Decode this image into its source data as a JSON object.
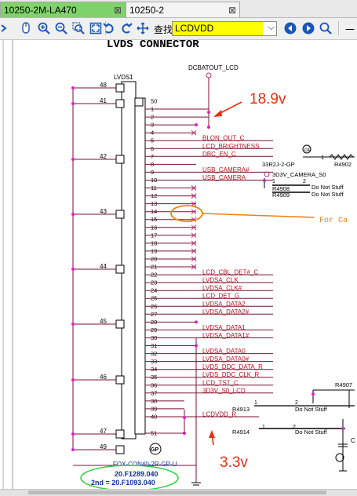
{
  "tabs": [
    {
      "label": "10250-2M-LA470",
      "close": "⊠"
    },
    {
      "label": "10250-2",
      "close": "⊠"
    }
  ],
  "toolbar": {
    "find_label": "查找:",
    "find_value": "LCDVDD",
    "find_dropdown_glyph": "⌵",
    "tail_text": "一"
  },
  "schematic": {
    "title": "LVDS CONNECTOR",
    "connector_ref": "LVDS1",
    "power_net": "DCBATOUT_LCD",
    "annotation_top": "18.9v",
    "annotation_bottom": "3.3v",
    "side_note": "For Ca",
    "part_number": "FOX-CON40-2R-GP-U",
    "gp_mark": "GP",
    "code_1": "20.F1289.040",
    "code_2": "2nd = 20.F1093.040",
    "left_pins": [
      "48",
      "41",
      "42",
      "43",
      "44",
      "45",
      "46",
      "47",
      "49"
    ],
    "right_pins": [
      "50",
      "1",
      "2",
      "3",
      "4",
      "5",
      "6",
      "7",
      "8",
      "9",
      "10",
      "11",
      "12",
      "13",
      "14",
      "15",
      "16",
      "17",
      "18",
      "19",
      "20",
      "21",
      "22",
      "23",
      "24",
      "25",
      "26",
      "27",
      "28",
      "29",
      "30",
      "31",
      "32",
      "33",
      "34",
      "35",
      "36",
      "37",
      "38",
      "39",
      "40",
      "51"
    ],
    "nets": [
      {
        "pin": "5",
        "name": "BLON_OUT_C"
      },
      {
        "pin": "6",
        "name": "LCD_BRIGHTNESS"
      },
      {
        "pin": "7",
        "name": "DBC_EN_C"
      },
      {
        "pin": "9",
        "name": "USB_CAMERA#"
      },
      {
        "pin": "10",
        "name": "USB_CAMERA"
      },
      {
        "pin": "22",
        "name": "LCD_CBL_DET#_C"
      },
      {
        "pin": "23",
        "name": "LVDSA_CLK"
      },
      {
        "pin": "24",
        "name": "LVDSA_CLK#"
      },
      {
        "pin": "25",
        "name": "LCD_DET_G"
      },
      {
        "pin": "26",
        "name": "LVDSA_DATA2"
      },
      {
        "pin": "27",
        "name": "LVDSA_DATA2#"
      },
      {
        "pin": "29",
        "name": "LVDSA_DATA1"
      },
      {
        "pin": "30",
        "name": "LVDSA_DATA1#"
      },
      {
        "pin": "32",
        "name": "LVDSA_DATA0"
      },
      {
        "pin": "33",
        "name": "LVDSA_DATA0#"
      },
      {
        "pin": "34",
        "name": "LVDS_DDC_DATA_R"
      },
      {
        "pin": "35",
        "name": "LVDS_DDC_CLK_R"
      },
      {
        "pin": "36",
        "name": "LCD_TST_C"
      },
      {
        "pin": "37",
        "name": "3D3V_S0_LCD"
      },
      {
        "pin": "40",
        "name": "LCDVDD_R"
      }
    ],
    "components": {
      "r4902_part": "33R2J-2-GP",
      "r4902_ref": "R4902",
      "r4902_pin": "1",
      "camera_net": "3D3V_CAMERA_S0",
      "r4908": "R4908",
      "r4909": "R4909",
      "dns": "Do Not Stuff",
      "r4907": "R4907",
      "r4913": "R4913",
      "r4914": "R4914",
      "pin1": "1",
      "pin2": "2",
      "cap_ref": "C",
      "gp_small": "GP"
    }
  }
}
